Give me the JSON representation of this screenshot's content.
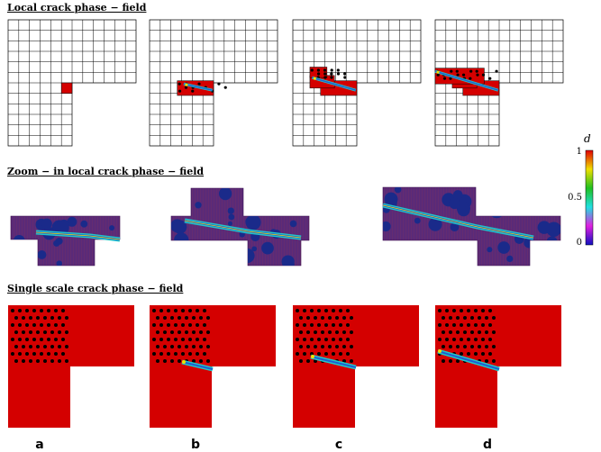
{
  "sections": {
    "local": "Local crack phase − field",
    "zoom": "Zoom − in local crack phase − field",
    "single": "Single scale crack phase − field"
  },
  "columns": [
    "a",
    "b",
    "c",
    "d"
  ],
  "colorbar": {
    "title": "d",
    "ticks": [
      "1",
      "0.5",
      "0"
    ],
    "stops": [
      "#e00000",
      "#f0e000",
      "#20c020",
      "#20e0e0",
      "#e020e0",
      "#1010c0"
    ]
  },
  "colors": {
    "phase_high": "#d40000",
    "inclusion": "#000000",
    "zoom_matrix": "#5a2a78",
    "zoom_inclusion": "#1a2a8a",
    "crack_core": "#1e5fd0",
    "crack_edge": "#22c7c7",
    "crack_tip": "#f0e000"
  }
}
